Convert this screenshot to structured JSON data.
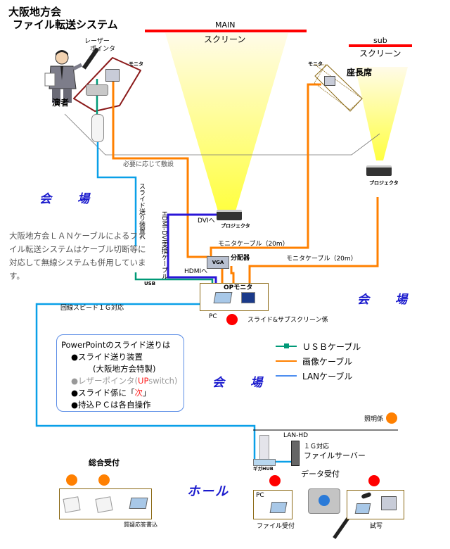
{
  "title": {
    "line1": "大阪地方会",
    "line2": "ファイル転送システム"
  },
  "screens": {
    "main": {
      "label_top": "MAIN",
      "label_bottom": "スクリーン"
    },
    "sub": {
      "label_top": "sub",
      "label_bottom": "スクリーン"
    }
  },
  "speaker": {
    "label": "演者",
    "laser_pointer_label_line1": "レーザー",
    "laser_pointer_label_line2": "ポインタ",
    "monitor_label": "モニタ"
  },
  "chair": {
    "label": "座長席",
    "monitor_label": "モニタ"
  },
  "labels": {
    "lay_as_needed": "必要に応じて敷設",
    "slide_device_vertical": "スライド送り装置へ",
    "hdmi_dvi_vertical": "HDMI-DVI変換ケーブル",
    "dvi_to": "DVIへ",
    "hdmi_to": "HDMIへ",
    "projector": "プロジェクタ",
    "projector_sub": "プロジェクタ",
    "monitor_cable_1": "モニタケーブル（20m）",
    "monitor_cable_2": "モニタケーブル（20m）",
    "splitter": "分配器",
    "vga": "VGA",
    "usb": "USB",
    "op_monitor": "OPモニタ",
    "pc": "PC",
    "slide_staff": "スライド&サブスクリーン係",
    "line_speed": "回線スピード１Ｇ対応",
    "lighting_staff": "照明係",
    "lan_hd": "LAN-HD",
    "file_server_line1": "１Ｇ対応",
    "file_server_line2": "ファイルサーバー",
    "giga_hub": "ギガHUB"
  },
  "venue_labels": [
    "会　場",
    "会　場",
    "会　場"
  ],
  "hall_label": "ホール",
  "note": "大阪地方会ＬＡＮケーブルによるファイル転送システムはケーブル切断等に対応して無線システムも併用しています。",
  "info_box": {
    "heading": "PowerPointのスライド送りは",
    "items": [
      {
        "bullet": "●",
        "text": "スライド送り装置"
      },
      {
        "bullet": "",
        "text": "(大阪地方会特製)"
      },
      {
        "bullet": "●",
        "text_pre": "レザーポインタ(",
        "text_red": "UP",
        "text_post": "switch)"
      },
      {
        "bullet": "●",
        "text_pre": "スライド係に「",
        "text_red": "次",
        "text_post": "」"
      },
      {
        "bullet": "●",
        "text": "持込ＰＣは各自操作"
      }
    ]
  },
  "legend": {
    "items": [
      {
        "label": "ＵＳＢケーブル",
        "color": "#009977"
      },
      {
        "label": "画像ケーブル",
        "color": "#ff8000"
      },
      {
        "label": "LANケーブル",
        "color": "#4f8ff0"
      }
    ]
  },
  "reception": {
    "general_label": "総合受付",
    "qa_label": "質疑応答書込",
    "data_label": "データ受付",
    "pc_label": "PC",
    "file_receive_label": "ファイル受付",
    "preview_label": "試写"
  },
  "colors": {
    "screen_red": "#ff0000",
    "orange_cable": "#ff8000",
    "lan_blue": "#0aa0e8",
    "usb_green": "#009977",
    "hdmi_purple": "#2a16d8",
    "staff_red": "#ff0000",
    "staff_orange": "#ff8000",
    "venue_blue": "#1a1acd"
  }
}
